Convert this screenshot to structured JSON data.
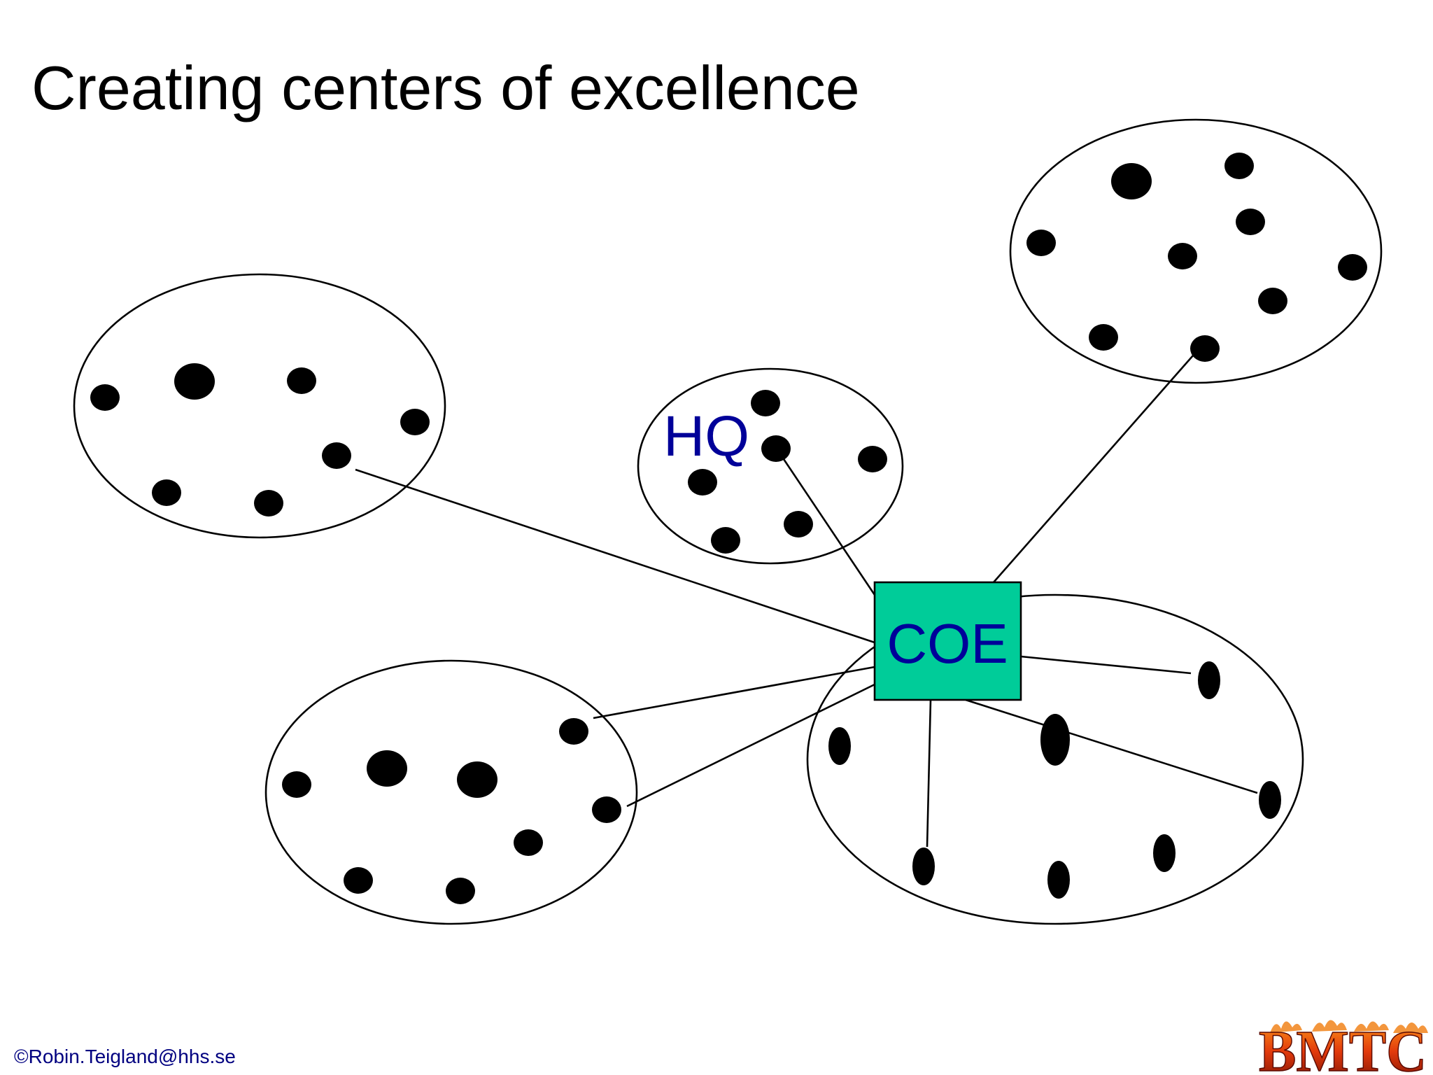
{
  "slide": {
    "title": "Creating centers of excellence",
    "footer": "©Robin.Teigland@hhs.se",
    "logo_text": "BMTC"
  },
  "diagram": {
    "hq_label": "HQ",
    "coe_label": "COE",
    "coe_color": "#00CC99",
    "label_color": "#000099",
    "line_color": "#000000",
    "node_color": "#000000"
  }
}
